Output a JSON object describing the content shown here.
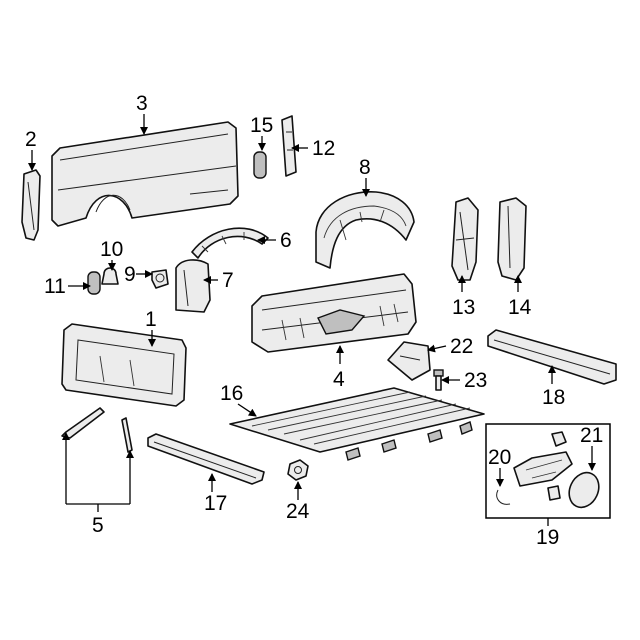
{
  "callouts": {
    "c1": "1",
    "c2": "2",
    "c3": "3",
    "c4": "4",
    "c5": "5",
    "c6": "6",
    "c7": "7",
    "c8": "8",
    "c9": "9",
    "c10": "10",
    "c11": "11",
    "c12": "12",
    "c13": "13",
    "c14": "14",
    "c15": "15",
    "c16": "16",
    "c17": "17",
    "c18": "18",
    "c19": "19",
    "c20": "20",
    "c21": "21",
    "c22": "22",
    "c23": "23",
    "c24": "24"
  },
  "colors": {
    "line": "#000000",
    "part_fill": "#ececec",
    "background": "#ffffff"
  }
}
